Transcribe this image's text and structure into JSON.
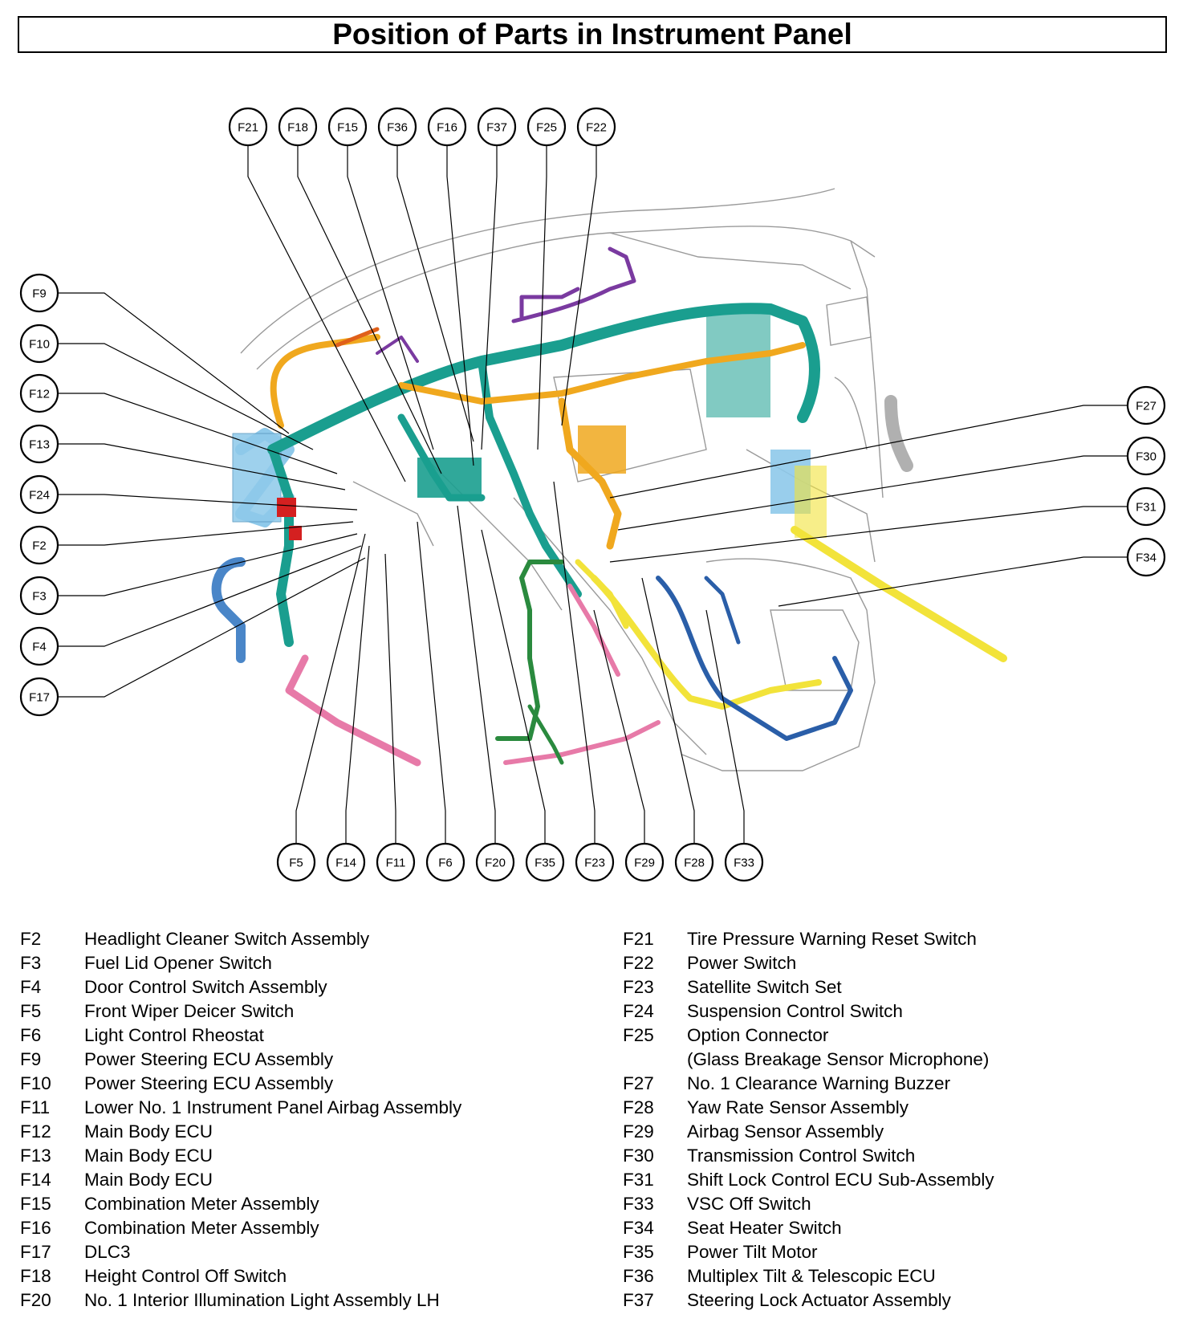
{
  "title": "Position of Parts in Instrument Panel",
  "callouts": {
    "top": [
      "F21",
      "F18",
      "F15",
      "F36",
      "F16",
      "F37",
      "F25",
      "F22"
    ],
    "left": [
      "F9",
      "F10",
      "F12",
      "F13",
      "F24",
      "F2",
      "F3",
      "F4",
      "F17"
    ],
    "right": [
      "F27",
      "F30",
      "F31",
      "F34"
    ],
    "bottom": [
      "F5",
      "F14",
      "F11",
      "F6",
      "F20",
      "F35",
      "F23",
      "F29",
      "F28",
      "F33"
    ]
  },
  "colors": {
    "teal": "#1a9e8f",
    "orange": "#f0a81e",
    "light_blue": "#8ec9ea",
    "purple": "#7a3aa0",
    "yellow": "#f2e33a",
    "pink": "#e77aa8",
    "dark_blue": "#2a5ea8",
    "green": "#2a8a3e",
    "red": "#d42020",
    "steel_blue": "#4a86c8"
  },
  "legend_left": [
    {
      "code": "F2",
      "name": "Headlight Cleaner Switch Assembly"
    },
    {
      "code": "F3",
      "name": "Fuel Lid Opener Switch"
    },
    {
      "code": "F4",
      "name": "Door Control Switch Assembly"
    },
    {
      "code": "F5",
      "name": "Front Wiper Deicer Switch"
    },
    {
      "code": "F6",
      "name": "Light Control Rheostat"
    },
    {
      "code": "F9",
      "name": "Power Steering ECU Assembly"
    },
    {
      "code": "F10",
      "name": "Power Steering ECU Assembly"
    },
    {
      "code": "F11",
      "name": "Lower No. 1 Instrument Panel Airbag Assembly"
    },
    {
      "code": "F12",
      "name": "Main Body ECU"
    },
    {
      "code": "F13",
      "name": "Main Body ECU"
    },
    {
      "code": "F14",
      "name": "Main Body ECU"
    },
    {
      "code": "F15",
      "name": "Combination Meter Assembly"
    },
    {
      "code": "F16",
      "name": "Combination Meter Assembly"
    },
    {
      "code": "F17",
      "name": "DLC3"
    },
    {
      "code": "F18",
      "name": "Height Control Off Switch"
    },
    {
      "code": "F20",
      "name": "No. 1 Interior Illumination Light Assembly LH"
    }
  ],
  "legend_right": [
    {
      "code": "F21",
      "name": "Tire Pressure Warning Reset Switch"
    },
    {
      "code": "F22",
      "name": "Power Switch"
    },
    {
      "code": "F23",
      "name": "Satellite Switch Set"
    },
    {
      "code": "F24",
      "name": "Suspension Control Switch"
    },
    {
      "code": "F25",
      "name": "Option Connector"
    },
    {
      "code": "",
      "name": "(Glass Breakage Sensor Microphone)"
    },
    {
      "code": "F27",
      "name": "No. 1 Clearance Warning Buzzer"
    },
    {
      "code": "F28",
      "name": "Yaw Rate Sensor Assembly"
    },
    {
      "code": "F29",
      "name": "Airbag Sensor Assembly"
    },
    {
      "code": "F30",
      "name": "Transmission Control Switch"
    },
    {
      "code": "F31",
      "name": "Shift Lock Control ECU Sub-Assembly"
    },
    {
      "code": "F33",
      "name": "VSC Off Switch"
    },
    {
      "code": "F34",
      "name": "Seat Heater Switch"
    },
    {
      "code": "F35",
      "name": "Power Tilt Motor"
    },
    {
      "code": "F36",
      "name": "Multiplex Tilt & Telescopic ECU"
    },
    {
      "code": "F37",
      "name": "Steering Lock Actuator Assembly"
    }
  ]
}
